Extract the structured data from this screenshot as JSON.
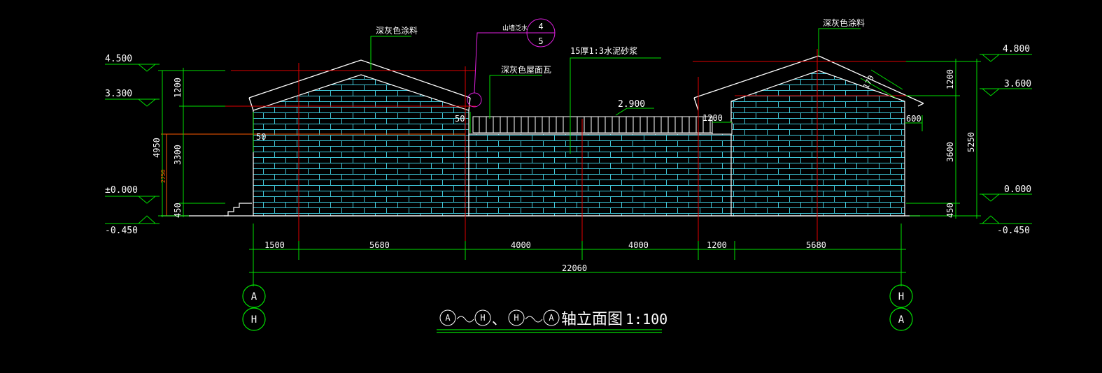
{
  "colors": {
    "background": "#000000",
    "wall": "#ffffff",
    "brick": "#3fc6d8",
    "axis": "#e00000",
    "dimension": "#00e000",
    "text": "#ffffff",
    "leader": "#00e000",
    "magenta": "#e020e0",
    "orange": "#ff5a00",
    "yellow": "#e8e800"
  },
  "elevation_marks": {
    "left": [
      "4.500",
      "3.300",
      "±0.000",
      "-0.450"
    ],
    "right": [
      "4.800",
      "3.600",
      "0.000",
      "-0.450"
    ]
  },
  "vertical_dims": {
    "left_total": "4950",
    "left_small": "2750",
    "left_parts": [
      "1200",
      "3300",
      "450"
    ],
    "right_total": "5250",
    "right_parts": [
      "1200",
      "3600",
      "450"
    ]
  },
  "horizontal_dims": {
    "segments": [
      "1500",
      "5680",
      "4000",
      "4000",
      "1200",
      "5680"
    ],
    "total": "22060"
  },
  "labels": {
    "paint_left": "深灰色涂料",
    "paint_right": "深灰色涂料",
    "roof_tile": "深灰色屋面瓦",
    "mortar": "15厚1:3水泥砂浆",
    "gable": "山墙泛水",
    "parapet_level": "2.900",
    "note_50a": "50",
    "note_50b": "50",
    "note_1200": "1200",
    "note_600": "600",
    "slope": "170"
  },
  "detail_index": {
    "top": "4",
    "bottom": "5"
  },
  "axis_bubbles": {
    "left": [
      "A",
      "H"
    ],
    "right": [
      "H",
      "A"
    ]
  },
  "title": {
    "b1": "A",
    "b2": "H",
    "sep": "、",
    "b3": "H",
    "b4": "A",
    "text": "轴立面图",
    "scale": "1:100"
  }
}
